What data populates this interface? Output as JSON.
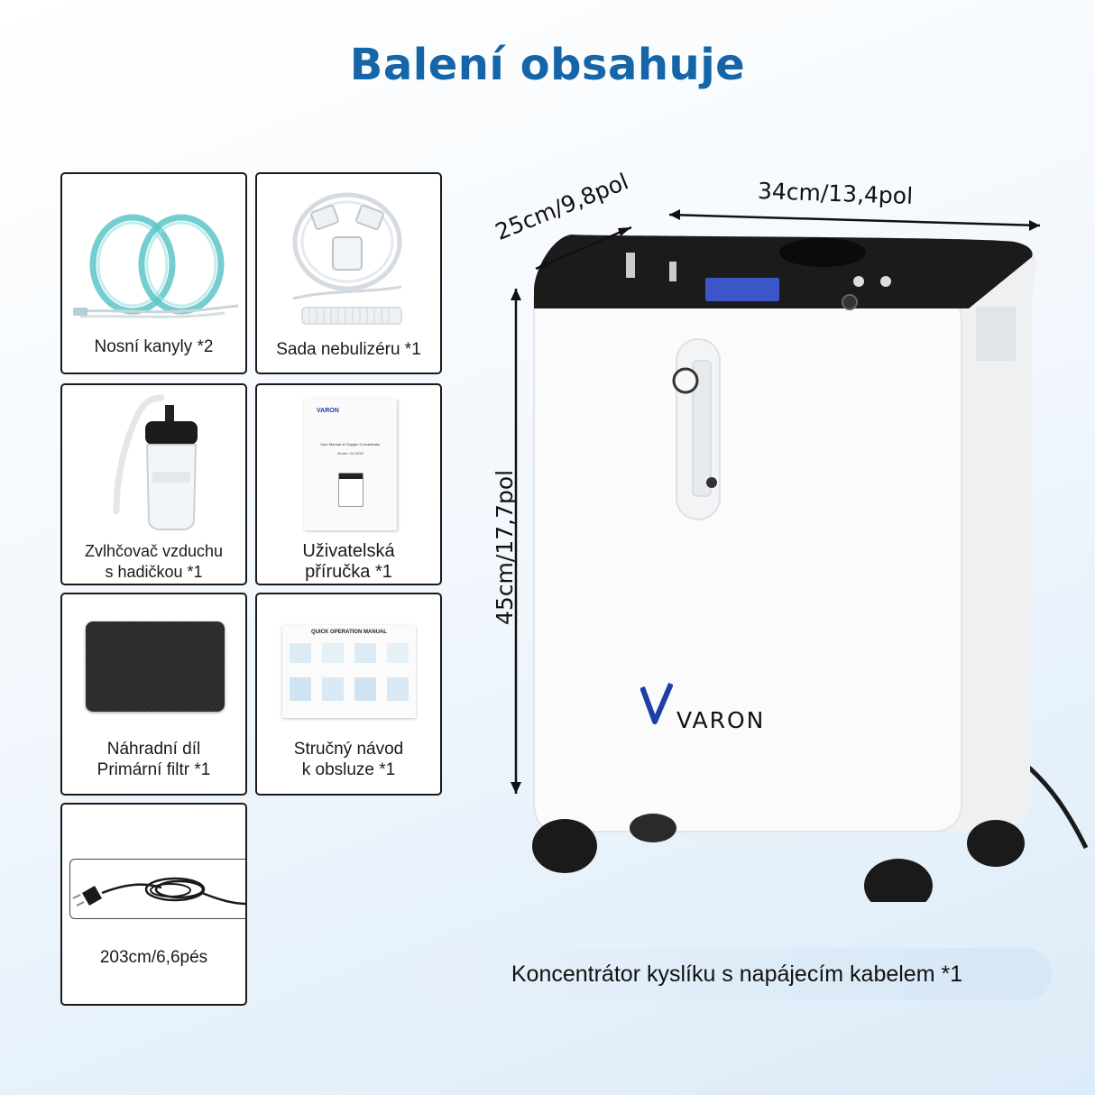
{
  "title": "Balení obsahuje",
  "items": [
    {
      "label": "Nosní kanyly *2"
    },
    {
      "label": "Sada nebulizéru *1"
    },
    {
      "label_line1": "Zvlhčovač vzduchu",
      "label_line2": "s hadičkou *1"
    },
    {
      "label_line1": "Uživatelská",
      "label_line2": "příručka *1"
    },
    {
      "label_line1": "Náhradní díl",
      "label_line2": "Primární filtr *1"
    },
    {
      "label_line1": "Stručný návod",
      "label_line2": "k obsluze *1"
    },
    {
      "label": "203cm/6,6pés"
    }
  ],
  "manual": {
    "brand": "VARON",
    "title": "User Manual of Oxygen Concentrator",
    "model": "Model: VH-3EW"
  },
  "quick_manual": {
    "heading": "QUICK OPERATION MANUAL"
  },
  "product": {
    "brand": "VARON",
    "depth": "25cm/9,8pol",
    "width": "34cm/13,4pol",
    "height": "45cm/17,7pol",
    "caption": "Koncentrátor kyslíku s napájecím kabelem *1"
  },
  "colors": {
    "title": "#1565a8",
    "brand_blue": "#1e3fa8",
    "panel": "#1b1b1b",
    "tube": "#5cc6c8"
  }
}
